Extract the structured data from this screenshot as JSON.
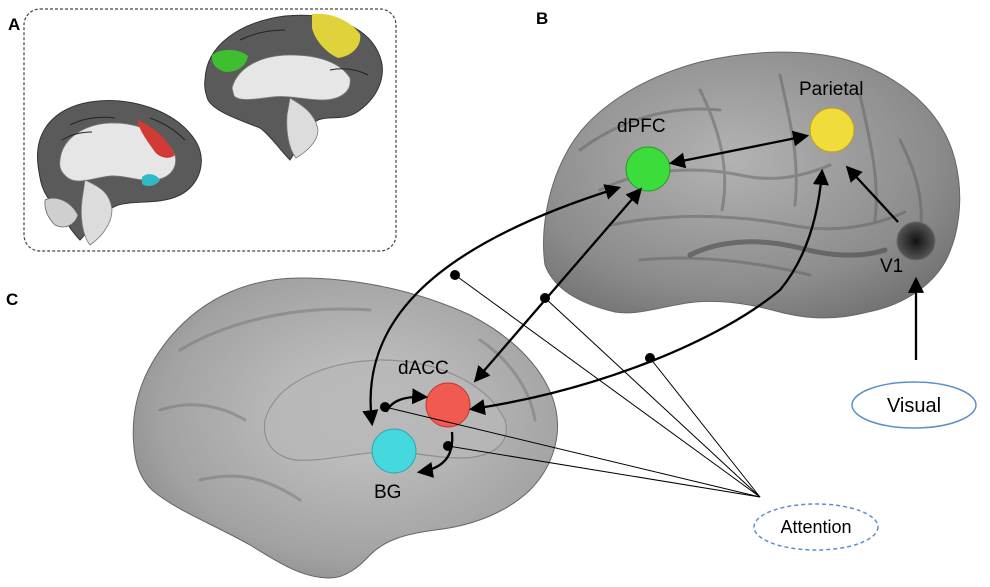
{
  "panels": {
    "a": "A",
    "b": "B",
    "c": "C"
  },
  "regions": {
    "dpfc": {
      "label": "dPFC",
      "color": "#3ddc3d"
    },
    "parietal": {
      "label": "Parietal",
      "color": "#f0dc3a"
    },
    "v1": {
      "label": "V1",
      "color": "#2a2a2a"
    },
    "dacc": {
      "label": "dACC",
      "color": "#f05a50"
    },
    "bg": {
      "label": "BG",
      "color": "#45d8df"
    }
  },
  "inputs": {
    "visual": "Visual",
    "attention": "Attention"
  },
  "colors": {
    "inset_red": "#d23a36",
    "inset_cyan": "#2fb9c6",
    "inset_green": "#3fbf2f",
    "inset_yellow": "#e0d23a",
    "ellipse_stroke": "#5b8fc9"
  }
}
